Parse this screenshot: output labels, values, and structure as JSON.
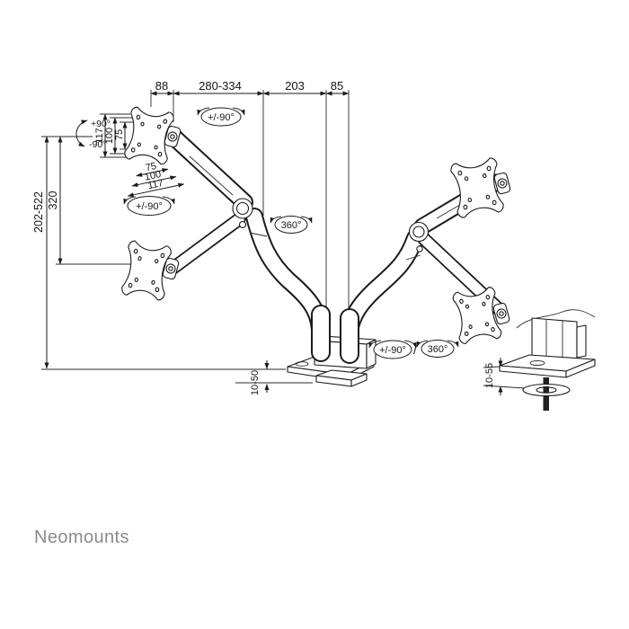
{
  "brand": "Neomounts",
  "dims": {
    "pivot_offset": "88",
    "arm_reach": "280-334",
    "arm_depth": "203",
    "post_gap": "85",
    "height_range": "202-522",
    "pivot_height": "320",
    "vesa_v_outer": "117",
    "vesa_v_mid": "100",
    "vesa_v_inner": "75",
    "vesa_h_inner": "75",
    "vesa_h_mid": "100",
    "vesa_h_outer": "117",
    "clamp_range": "10-50",
    "grommet_range": "10-55"
  },
  "rotation": {
    "tilt_up": "+90°",
    "tilt_down": "-90°",
    "head_swivel": "+/-90°",
    "vesa_rotate": "+/-90°",
    "arm_rotate": "360°",
    "base_swivel": "+/-90°",
    "separator": "/",
    "base_rotate": "360°"
  }
}
